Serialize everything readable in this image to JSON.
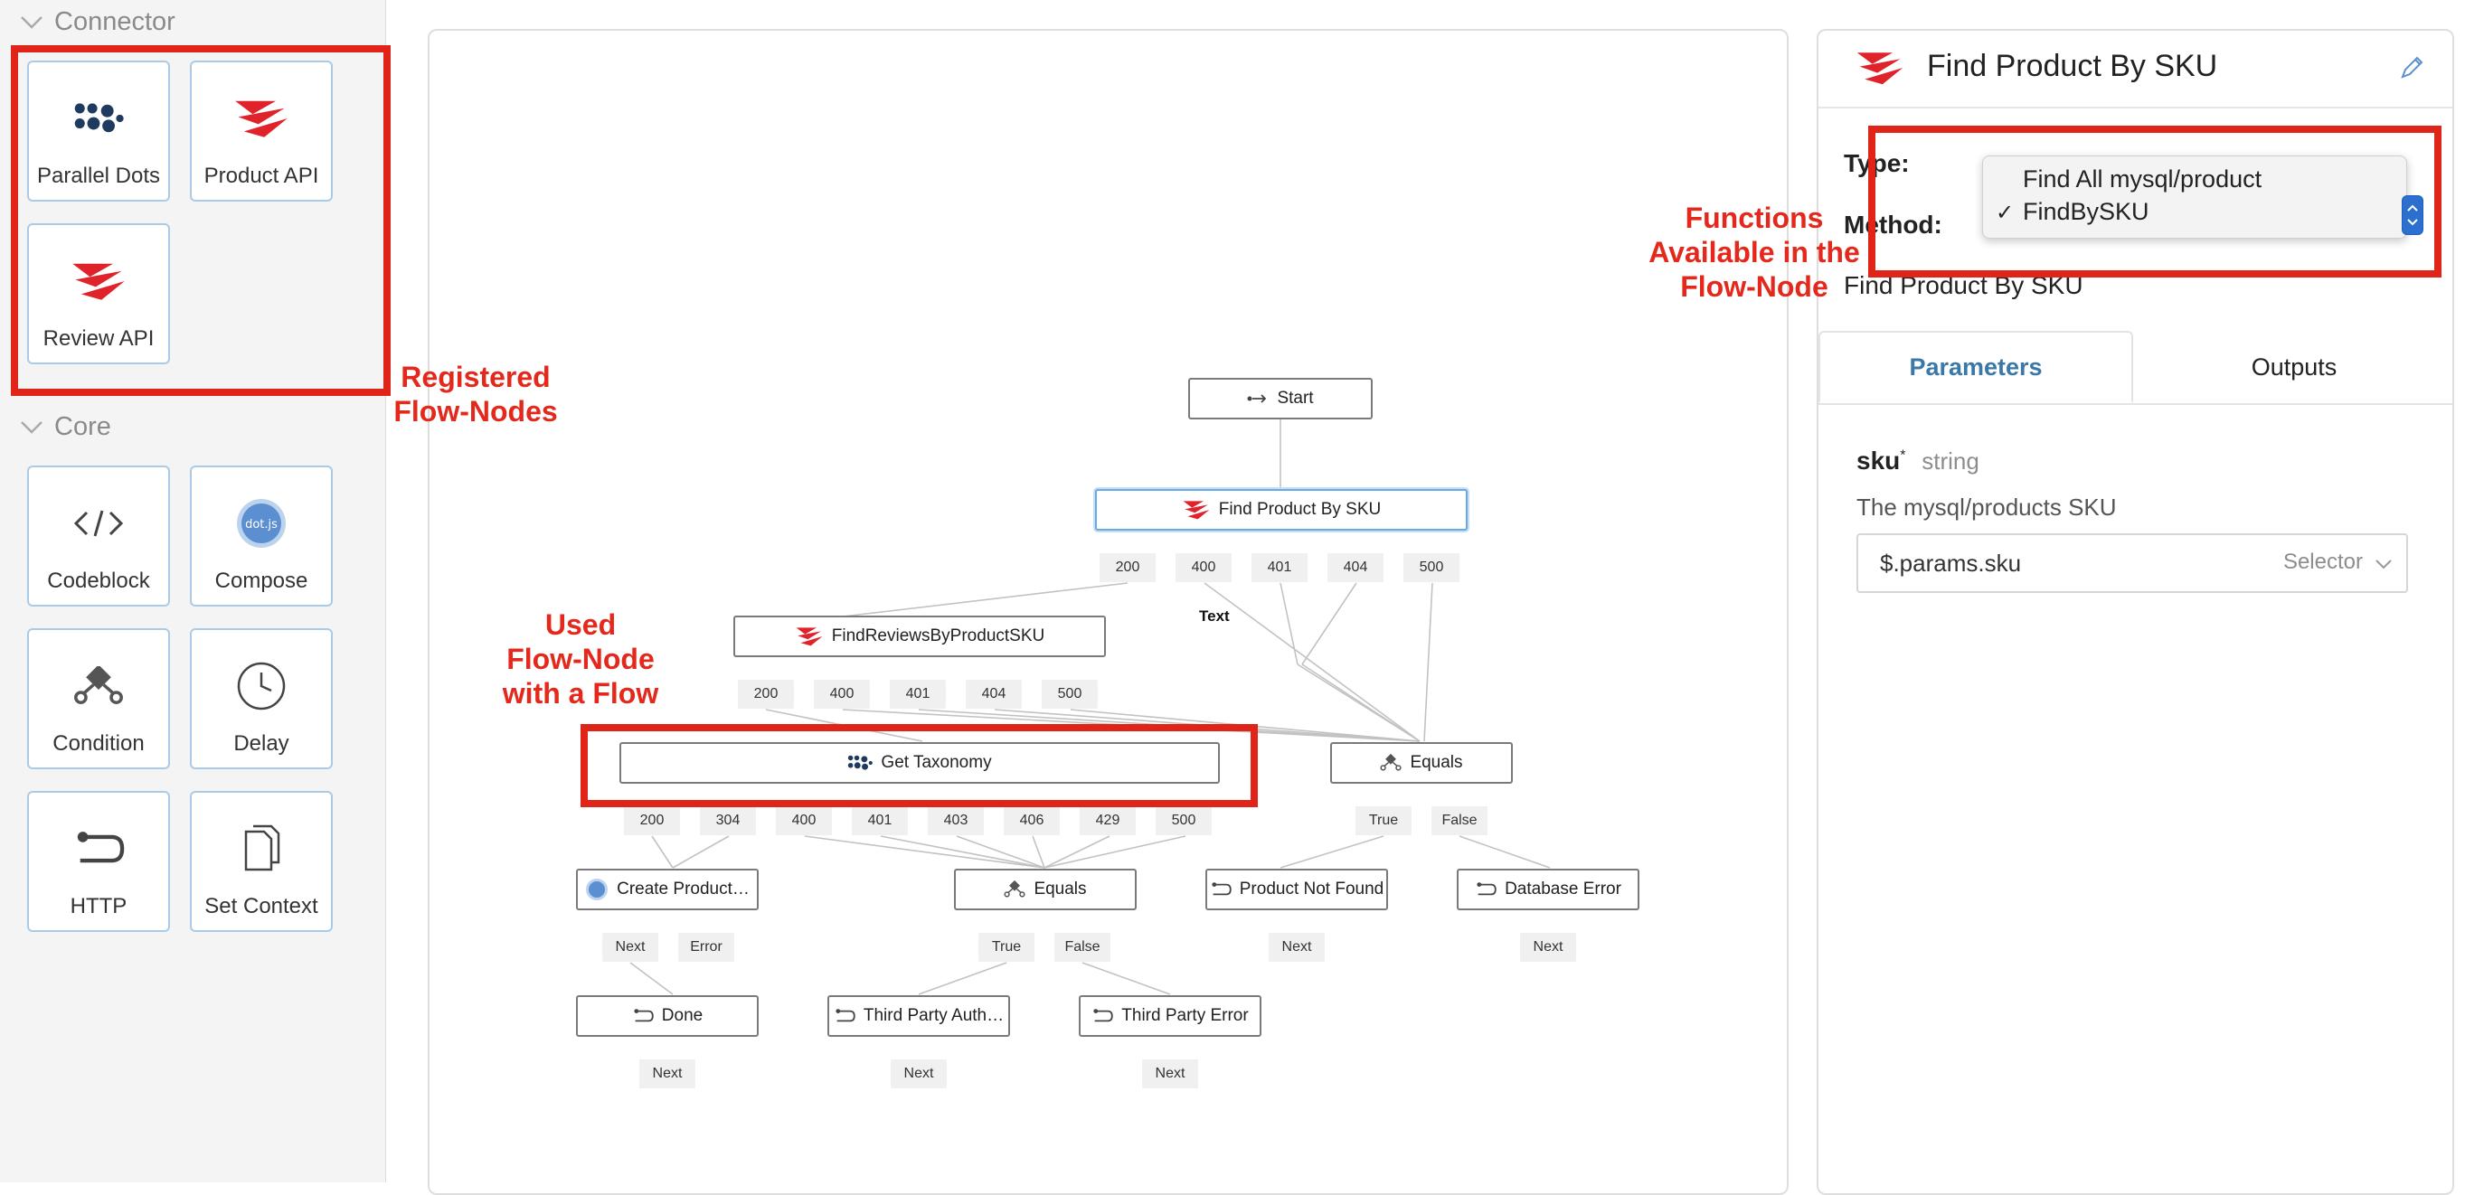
{
  "palette": {
    "sections": [
      {
        "title": "Connector",
        "items": [
          {
            "label": "Parallel Dots",
            "icon": "parallel-dots-icon"
          },
          {
            "label": "Product API",
            "icon": "axway-logo-icon"
          },
          {
            "label": "Review API",
            "icon": "axway-logo-icon"
          }
        ]
      },
      {
        "title": "Core",
        "items": [
          {
            "label": "Codeblock",
            "icon": "code-icon"
          },
          {
            "label": "Compose",
            "icon": "dotjs-icon"
          },
          {
            "label": "Condition",
            "icon": "condition-icon"
          },
          {
            "label": "Delay",
            "icon": "clock-icon"
          },
          {
            "label": "HTTP",
            "icon": "http-return-icon"
          },
          {
            "label": "Set Context",
            "icon": "copy-icon"
          }
        ]
      }
    ]
  },
  "annotations": {
    "registered": "Registered\nFlow-Nodes",
    "used": "Used\nFlow-Node\nwith a Flow",
    "functions": "Functions\nAvailable in the\nFlow-Node"
  },
  "flow": {
    "start": "Start",
    "find_product": "Find Product By SKU",
    "find_product_ports": [
      "200",
      "400",
      "401",
      "404",
      "500"
    ],
    "text_label": "Text",
    "find_reviews": "FindReviewsByProductSKU",
    "find_reviews_ports": [
      "200",
      "400",
      "401",
      "404",
      "500"
    ],
    "get_taxonomy": "Get Taxonomy",
    "get_taxonomy_ports": [
      "200",
      "304",
      "400",
      "401",
      "403",
      "406",
      "429",
      "500"
    ],
    "equals_right": "Equals",
    "equals_right_ports": [
      "True",
      "False"
    ],
    "create_product": "Create Product…",
    "create_product_ports": [
      "Next",
      "Error"
    ],
    "equals_mid": "Equals",
    "equals_mid_ports": [
      "True",
      "False"
    ],
    "product_not_found": "Product Not Found",
    "product_not_found_ports": [
      "Next"
    ],
    "database_error": "Database Error",
    "database_error_ports": [
      "Next"
    ],
    "done": "Done",
    "done_ports": [
      "Next"
    ],
    "third_party_auth": "Third Party Auth…",
    "third_party_auth_ports": [
      "Next"
    ],
    "third_party_error": "Third Party Error",
    "third_party_error_ports": [
      "Next"
    ]
  },
  "inspector": {
    "title": "Find Product By SKU",
    "type_label": "Type:",
    "method_label": "Method:",
    "name_value": "Find Product By SKU",
    "tabs": [
      "Parameters",
      "Outputs"
    ],
    "param_name": "sku",
    "param_required": "*",
    "param_type": "string",
    "param_desc": "The mysql/products SKU",
    "param_value": "$.params.sku",
    "selector_label": "Selector"
  },
  "method_dropdown": {
    "options": [
      "Find All mysql/product",
      "FindBySKU"
    ],
    "selected": "FindBySKU",
    "check": "✓"
  },
  "colors": {
    "accent_blue": "#3a78a8",
    "annotation_red": "#e4291c",
    "axway_red": "#e0222b"
  }
}
